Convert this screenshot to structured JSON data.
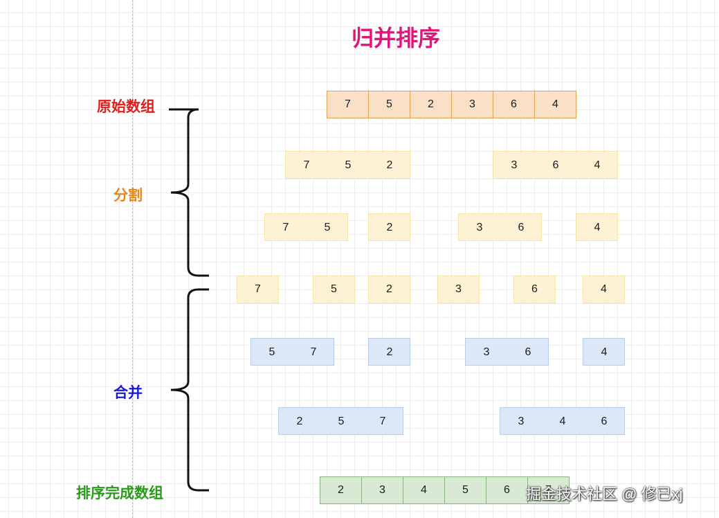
{
  "title": "归并排序",
  "labels": {
    "original": "原始数组",
    "split": "分割",
    "merge": "合并",
    "final": "排序完成数组"
  },
  "colors": {
    "title": "#e6137a",
    "original_label": "#e01e1e",
    "split_label": "#e8861a",
    "merge_label": "#1a1ad0",
    "final_label": "#2a9a1a"
  },
  "rows": {
    "original": [
      "7",
      "5",
      "2",
      "3",
      "6",
      "4"
    ],
    "split_1": [
      [
        "7",
        "5",
        "2"
      ],
      [
        "3",
        "6",
        "4"
      ]
    ],
    "split_2": [
      [
        "7",
        "5"
      ],
      [
        "2"
      ],
      [
        "3",
        "6"
      ],
      [
        "4"
      ]
    ],
    "split_3": [
      [
        "7"
      ],
      [
        "5"
      ],
      [
        "2"
      ],
      [
        "3"
      ],
      [
        "6"
      ],
      [
        "4"
      ]
    ],
    "merge_1": [
      [
        "5",
        "7"
      ],
      [
        "2"
      ],
      [
        "3",
        "6"
      ],
      [
        "4"
      ]
    ],
    "merge_2": [
      [
        "2",
        "5",
        "7"
      ],
      [
        "3",
        "4",
        "6"
      ]
    ],
    "final": [
      "2",
      "3",
      "4",
      "5",
      "6",
      "7"
    ]
  },
  "watermark": "掘金技术社区 @ 修已xj"
}
